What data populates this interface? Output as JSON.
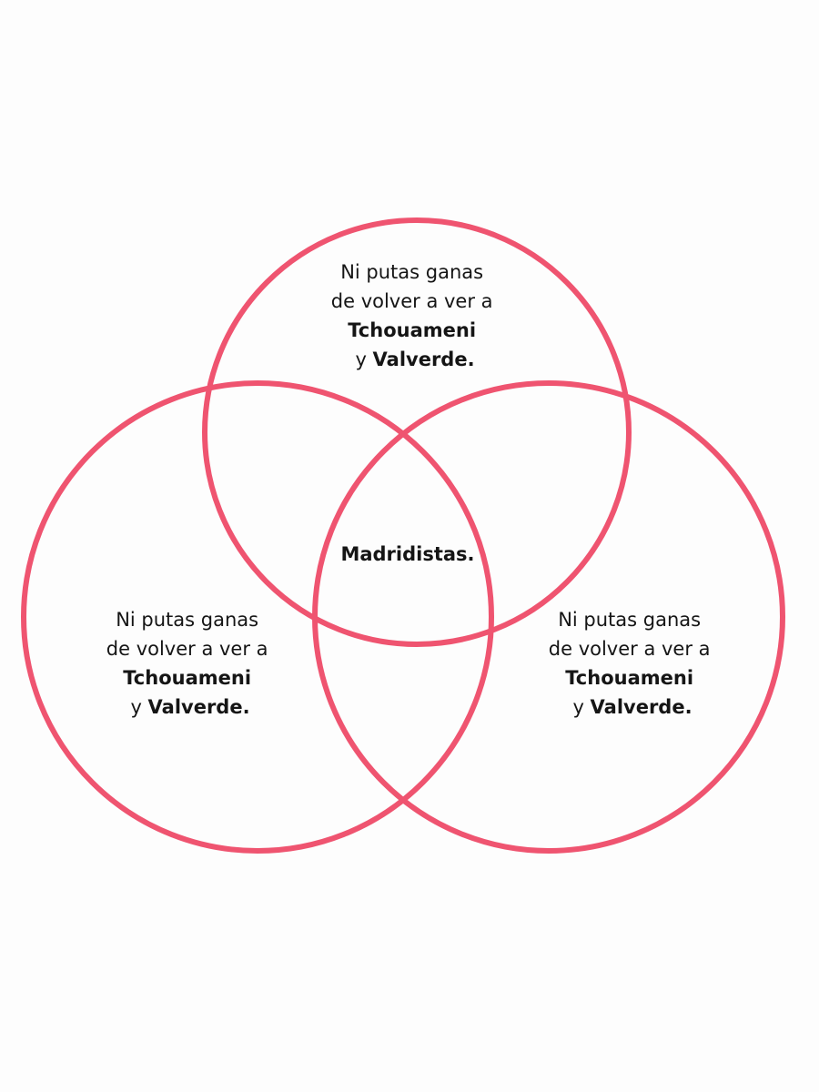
{
  "diagram": {
    "style": {
      "circle_color": "#ef5470",
      "background_color": "#fdfdfd",
      "text_color": "#151515"
    },
    "sets": [
      {
        "id": "top",
        "lines": [
          {
            "parts": [
              {
                "text": "Ni putas ganas",
                "bold": false
              }
            ]
          },
          {
            "parts": [
              {
                "text": "de volver a ver a",
                "bold": false
              }
            ]
          },
          {
            "parts": [
              {
                "text": "Tchouameni",
                "bold": true
              }
            ]
          },
          {
            "parts": [
              {
                "text": "y ",
                "bold": false
              },
              {
                "text": "Valverde.",
                "bold": true
              }
            ]
          }
        ]
      },
      {
        "id": "left",
        "lines": [
          {
            "parts": [
              {
                "text": "Ni putas ganas",
                "bold": false
              }
            ]
          },
          {
            "parts": [
              {
                "text": "de volver a ver a",
                "bold": false
              }
            ]
          },
          {
            "parts": [
              {
                "text": "Tchouameni",
                "bold": true
              }
            ]
          },
          {
            "parts": [
              {
                "text": "y ",
                "bold": false
              },
              {
                "text": "Valverde.",
                "bold": true
              }
            ]
          }
        ]
      },
      {
        "id": "right",
        "lines": [
          {
            "parts": [
              {
                "text": "Ni putas ganas",
                "bold": false
              }
            ]
          },
          {
            "parts": [
              {
                "text": "de volver a ver a",
                "bold": false
              }
            ]
          },
          {
            "parts": [
              {
                "text": "Tchouameni",
                "bold": true
              }
            ]
          },
          {
            "parts": [
              {
                "text": "y ",
                "bold": false
              },
              {
                "text": "Valverde.",
                "bold": true
              }
            ]
          }
        ]
      }
    ],
    "intersection": {
      "label": "Madridistas."
    }
  }
}
